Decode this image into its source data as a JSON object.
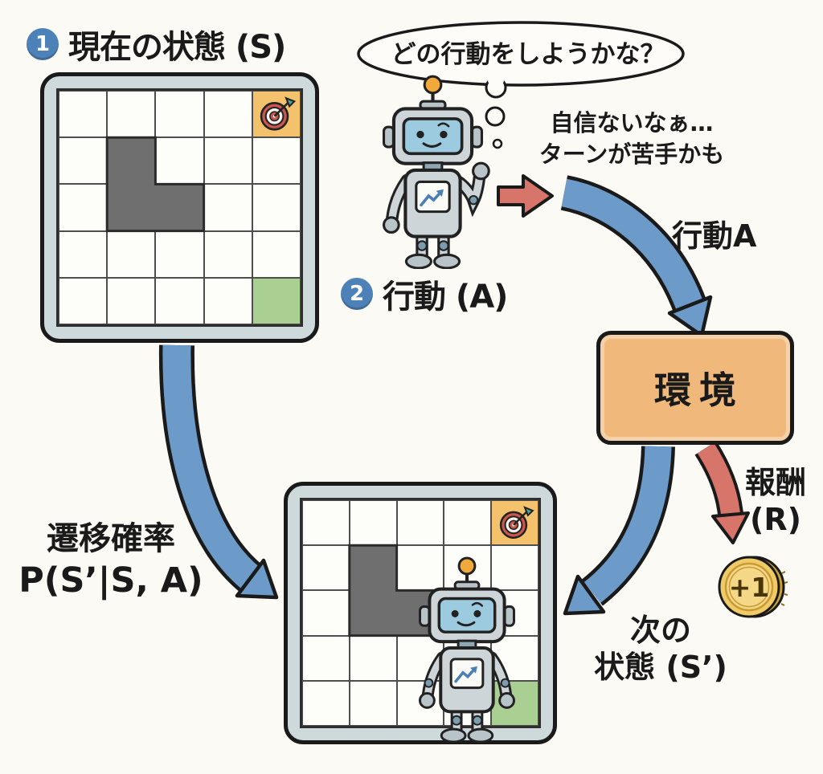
{
  "step1": {
    "badge": "1",
    "title": "現在の状態 (S)"
  },
  "step2": {
    "badge": "2",
    "title": "行動 (A)"
  },
  "thought_bubble": {
    "text": "どの行動をしようかな？"
  },
  "robot_monologue": {
    "line1": "自信ないなぁ…",
    "line2": "ターンが苦手かも"
  },
  "action_arrow_label": "行動A",
  "environment_label": "環境",
  "reward_label": {
    "line1": "報酬",
    "line2": "(R)"
  },
  "coin_value": "+1",
  "next_state_label": {
    "line1": "次の",
    "line2": "状態 (S’)"
  },
  "transition_label": {
    "line1": "遷移確率",
    "line2": "P(S’|S, A)"
  },
  "grids": {
    "current": {
      "rows": 5,
      "cols": 5,
      "target_cell": [
        0,
        4
      ],
      "goal_cell": [
        4,
        4
      ],
      "obstacle_polygon": [
        [
          1,
          1
        ],
        [
          2,
          1
        ],
        [
          2,
          2
        ],
        [
          3,
          2
        ],
        [
          3,
          3
        ],
        [
          1,
          3
        ]
      ]
    },
    "next": {
      "rows": 5,
      "cols": 5,
      "target_cell": [
        0,
        4
      ],
      "goal_cell": [
        4,
        4
      ],
      "obstacle_polygon": [
        [
          1,
          1
        ],
        [
          2,
          1
        ],
        [
          2,
          2
        ],
        [
          3,
          2
        ],
        [
          3,
          3
        ],
        [
          1,
          3
        ]
      ]
    }
  },
  "palette": {
    "arrow_blue": "#6d9bc9",
    "arrow_red": "#d8756a",
    "environment_orange": "#f0b97b",
    "goal_green": "#aacf92",
    "target_cell_orange": "#f4c26d",
    "coin_gold": "#f0ca66",
    "badge_blue": "#4d82b8",
    "obstacle_gray": "#6f6f6f"
  }
}
